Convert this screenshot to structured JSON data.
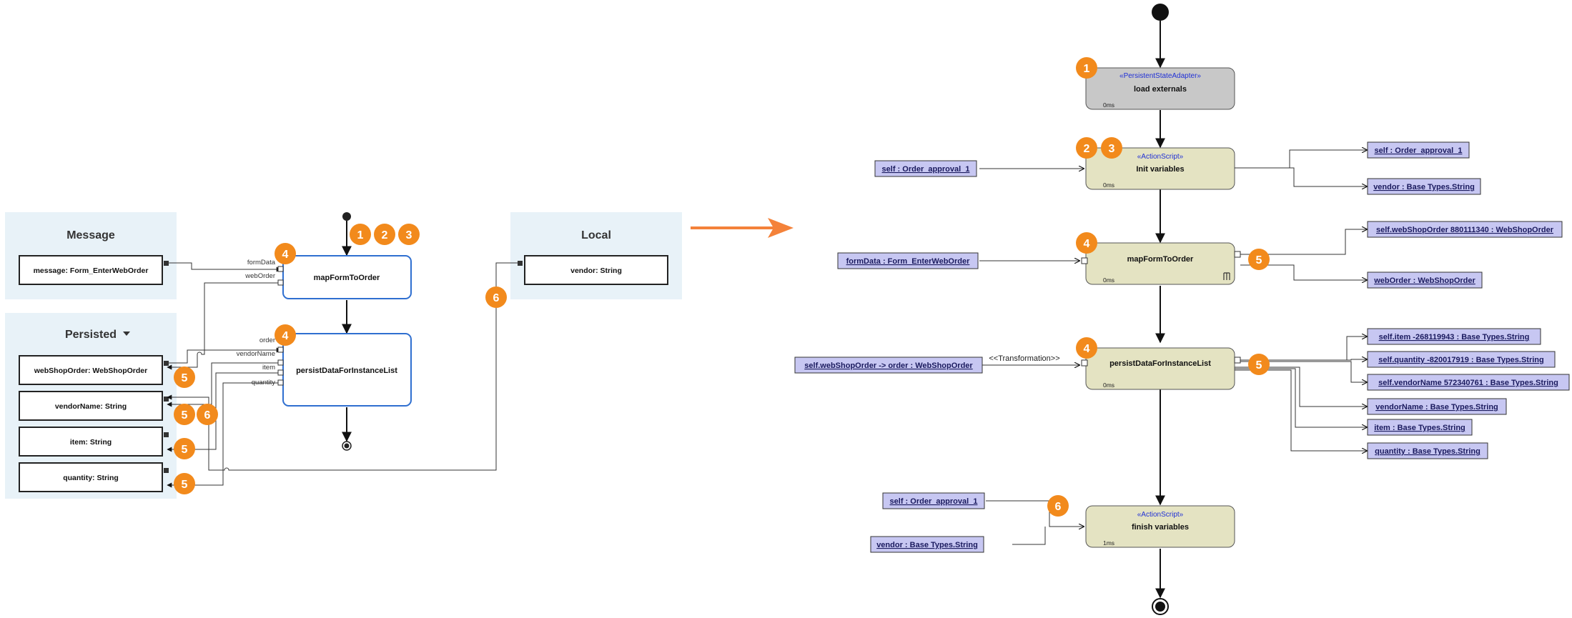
{
  "colors": {
    "panel_bg": "#e8f2f8",
    "activity_border": "#2f6fd0",
    "badge": "#f28a1c",
    "arrow": "#f4823a",
    "node_grey": "#c8c8c8",
    "node_olive": "#e4e3c2",
    "object_fill": "#c7c7f2",
    "object_border": "#333333",
    "stereotype_text": "#1f2fd6"
  },
  "left": {
    "message_panel": {
      "title": "Message",
      "items": [
        "message: Form_EnterWebOrder"
      ]
    },
    "persisted_panel": {
      "title": "Persisted",
      "dropdown_icon": "caret-down-icon",
      "items": [
        "webShopOrder: WebShopOrder",
        "vendorName: String",
        "item: String",
        "quantity: String"
      ]
    },
    "local_panel": {
      "title": "Local",
      "items": [
        "vendor: String"
      ]
    },
    "activities": {
      "map": {
        "name": "mapFormToOrder",
        "pins": [
          "formData",
          "webOrder"
        ]
      },
      "persist": {
        "name": "persistDataForInstanceList",
        "pins": [
          "order",
          "vendorName",
          "item",
          "quantity"
        ]
      }
    },
    "badges": [
      "1",
      "2",
      "3",
      "4",
      "4",
      "5",
      "5",
      "6",
      "5",
      "5",
      "6"
    ]
  },
  "right": {
    "nodes": {
      "load": {
        "stereotype": "«PersistentStateAdapter»",
        "name": "load externals",
        "timing": "0ms"
      },
      "init": {
        "stereotype": "«ActionScript»",
        "name": "Init variables",
        "timing": "0ms"
      },
      "map": {
        "name": "mapFormToOrder",
        "timing": "0ms"
      },
      "persist": {
        "name": "persistDataForInstanceList",
        "timing": "0ms"
      },
      "finish": {
        "stereotype": "«ActionScript»",
        "name": "finish variables",
        "timing": "1ms"
      }
    },
    "objects": {
      "init_in": "self : Order_approval_1",
      "init_out1": "self : Order_approval_1",
      "init_out2": "vendor : Base Types.String",
      "map_in": "formData : Form_EnterWebOrder",
      "map_out1": "self.webShopOrder 880111340 : WebShopOrder",
      "map_out2": "webOrder : WebShopOrder",
      "persist_in": "self.webShopOrder -> order : WebShopOrder",
      "persist_out1": "self.item -268119943 : Base Types.String",
      "persist_out2": "self.quantity -820017919 : Base Types.String",
      "persist_out3": "self.vendorName 572340761 : Base Types.String",
      "persist_out4": "vendorName : Base Types.String",
      "persist_out5": "item : Base Types.String",
      "persist_out6": "quantity : Base Types.String",
      "finish_in1": "self : Order_approval_1",
      "finish_in2": "vendor : Base Types.String"
    },
    "transformation_label": "<<Transformation>>",
    "badges": [
      "1",
      "2",
      "3",
      "4",
      "5",
      "4",
      "5",
      "6"
    ]
  },
  "icons": {
    "transition_arrow": "right-arrow-icon",
    "fork_marker": "fork-icon",
    "start": "initial-node-icon",
    "end": "final-node-icon"
  }
}
